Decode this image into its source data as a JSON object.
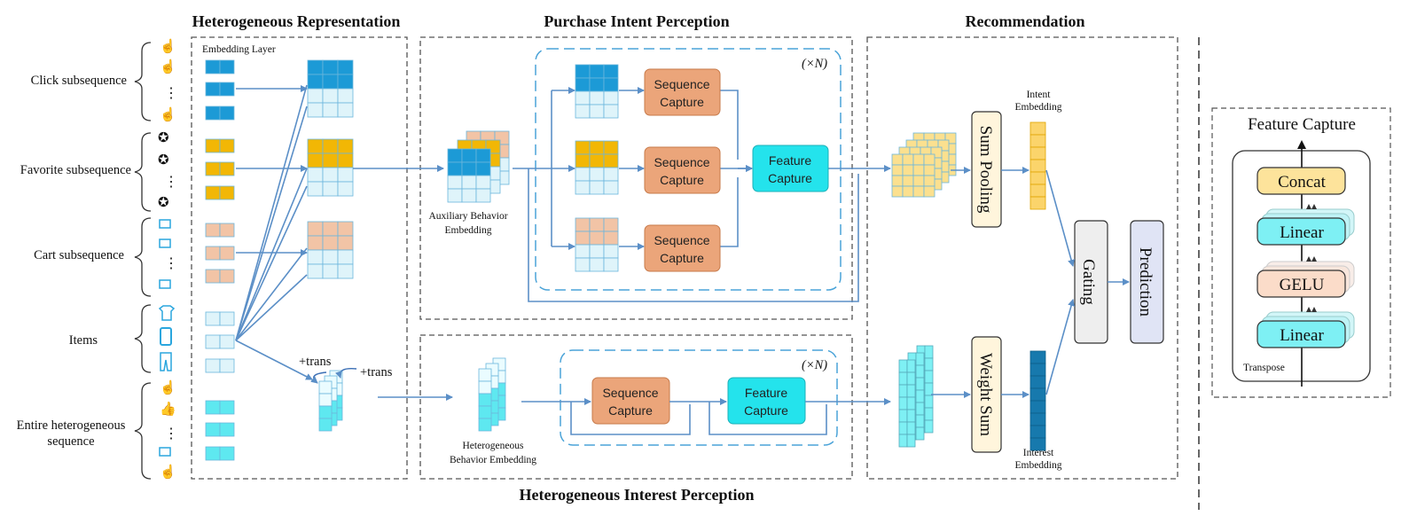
{
  "headers": {
    "heterogeneous_representation": "Heterogeneous Representation",
    "purchase_intent_perception": "Purchase Intent Perception",
    "recommendation": "Recommendation",
    "heterogeneous_interest_perception": "Heterogeneous Interest Perception"
  },
  "sequences": {
    "click": "Click subsequence",
    "favorite": "Favorite subsequence",
    "cart": "Cart subsequence",
    "items": "Items",
    "entire_line1": "Entire heterogeneous",
    "entire_line2": "sequence"
  },
  "labels": {
    "embedding_layer": "Embedding Layer",
    "trans1": "+trans",
    "trans2": "+trans",
    "aux_line1": "Auxiliary Behavior",
    "aux_line2": "Embedding",
    "het_line1": "Heterogeneous",
    "het_line2": "Behavior Embedding",
    "times_n_top": "(×N)",
    "times_n_bottom": "(×N)",
    "intent_line1": "Intent",
    "intent_line2": "Embedding",
    "interest_line1": "Interest",
    "interest_line2": "Embedding"
  },
  "modules": {
    "sequence_capture_line1": "Sequence",
    "sequence_capture_line2": "Capture",
    "feature_capture_line1": "Feature",
    "feature_capture_line2": "Capture",
    "sum_pooling": "Sum Pooling",
    "weight_sum": "Weight Sum",
    "gating": "Gating",
    "prediction": "Prediction"
  },
  "feature_capture_panel": {
    "title": "Feature Capture",
    "concat": "Concat",
    "linear_top": "Linear",
    "gelu": "GELU",
    "linear_bottom": "Linear",
    "transpose": "Transpose"
  },
  "colors": {
    "blue": "#1c9ad6",
    "yellow": "#f2b705",
    "peach": "#f2c4a6",
    "cyan": "#5ee8f0",
    "light": "#dff4fa",
    "orange_module": "#eba57a",
    "cyan_module": "#24e3ec",
    "pale_yellow": "#fbe08f",
    "dark_blue": "#1779ad",
    "arrow": "#5b8fc7"
  }
}
